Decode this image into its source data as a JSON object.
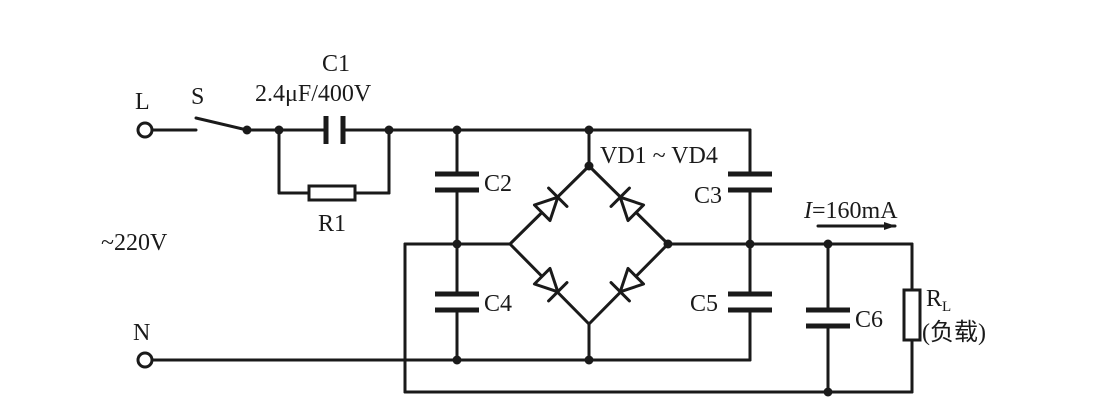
{
  "labels": {
    "line": "L",
    "neutral": "N",
    "switch": "S",
    "voltage": "~220V",
    "c1": "C1",
    "c1_value": "2.4μF/400V",
    "r1": "R1",
    "c2": "C2",
    "c3": "C3",
    "c4": "C4",
    "c5": "C5",
    "c6": "C6",
    "diodes": "VD1 ~ VD4",
    "current_i": "I",
    "current_value": "=160mA",
    "rl_main": "R",
    "rl_sub": "L",
    "load": "(负载)"
  },
  "colors": {
    "ink": "#1a1a1a",
    "background": "#ffffff"
  }
}
